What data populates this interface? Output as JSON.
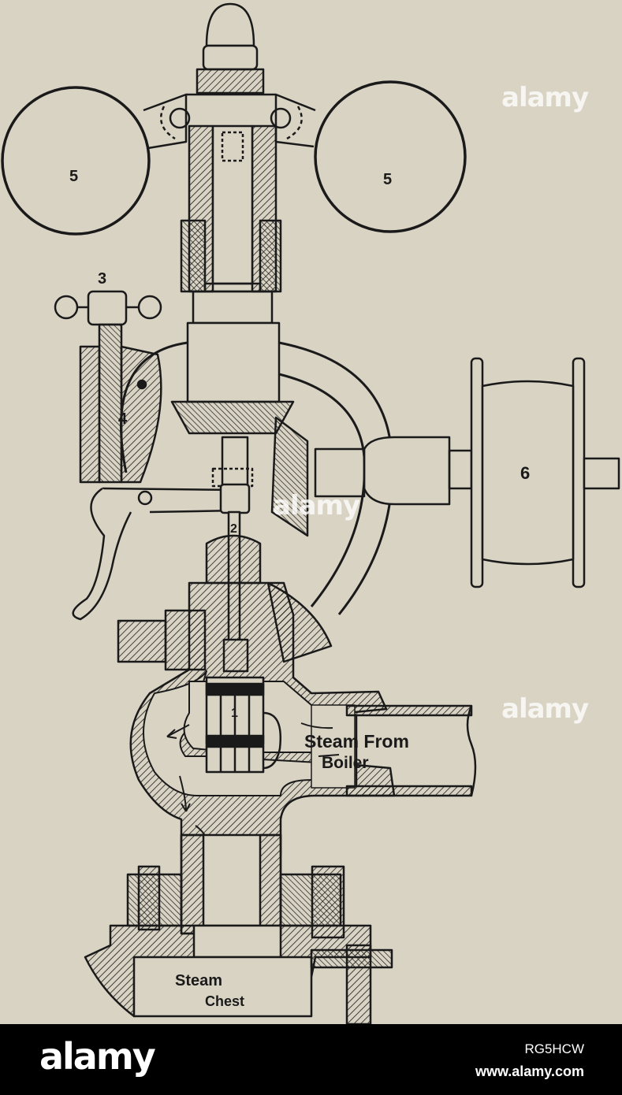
{
  "diagram": {
    "labels": {
      "weight_left": "5",
      "weight_right": "5",
      "handle": "3",
      "spring": "4",
      "pulley": "6",
      "stem": "2",
      "valve": "1",
      "steam_from": "Steam From",
      "boiler": "Boiler",
      "steam": "Steam",
      "chest": "Chest"
    }
  },
  "watermark": {
    "text": "alamy"
  },
  "footer": {
    "logo": "alamy",
    "image_id": "RG5HCW",
    "url": "www.alamy.com"
  },
  "colors": {
    "paper": "#d9d3c4",
    "ink": "#1a1a1a",
    "footer": "#000000"
  }
}
